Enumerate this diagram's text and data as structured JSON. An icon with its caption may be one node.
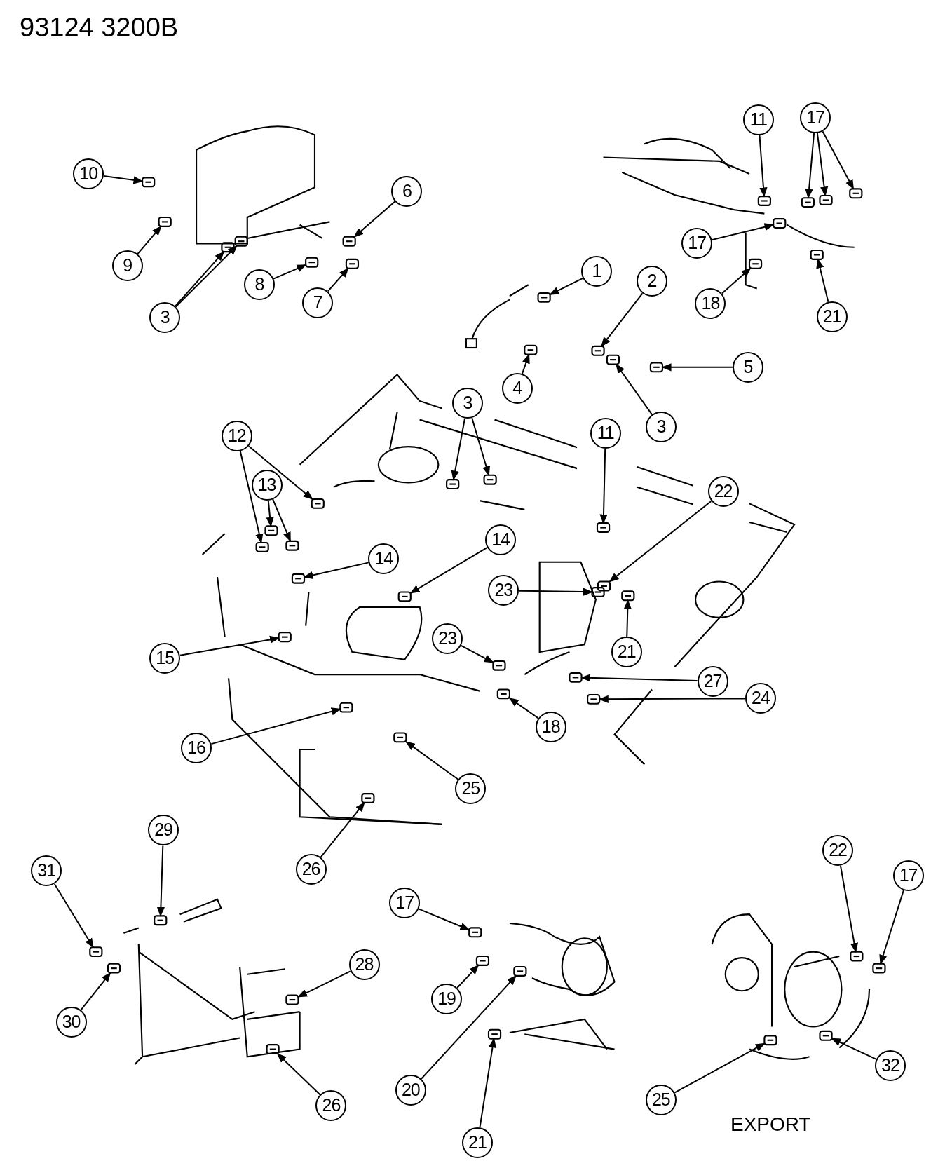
{
  "diagram": {
    "title": "93124 3200B",
    "nodes": [
      {
        "text": [
          "10"
        ]
      },
      {
        "text": [
          "6"
        ]
      },
      {
        "text": [
          "9"
        ]
      },
      {
        "text": [
          "8"
        ]
      },
      {
        "text": [
          "7"
        ]
      },
      {
        "text": [
          "3"
        ]
      },
      {
        "text": [
          "11"
        ]
      },
      {
        "text": [
          "17"
        ]
      },
      {
        "text": [
          "1"
        ]
      },
      {
        "text": [
          "2"
        ]
      },
      {
        "text": [
          "17"
        ]
      },
      {
        "text": [
          "18"
        ]
      },
      {
        "text": [
          "21"
        ]
      },
      {
        "text": [
          "5"
        ]
      },
      {
        "text": [
          "4"
        ]
      },
      {
        "text": [
          "3"
        ]
      },
      {
        "text": [
          "3"
        ]
      },
      {
        "text": [
          "11"
        ]
      },
      {
        "text": [
          "12"
        ]
      },
      {
        "text": [
          "22"
        ]
      },
      {
        "text": [
          "13"
        ]
      },
      {
        "text": [
          "14"
        ]
      },
      {
        "text": [
          "14"
        ]
      },
      {
        "text": [
          "23"
        ]
      },
      {
        "text": [
          "21"
        ]
      },
      {
        "text": [
          "23"
        ]
      },
      {
        "text": [
          "15"
        ]
      },
      {
        "text": [
          "27"
        ]
      },
      {
        "text": [
          "24"
        ]
      },
      {
        "text": [
          "18"
        ]
      },
      {
        "text": [
          "16"
        ]
      },
      {
        "text": [
          "25"
        ]
      },
      {
        "text": [
          "26"
        ]
      },
      {
        "text": [
          "29"
        ]
      },
      {
        "text": [
          "22"
        ]
      },
      {
        "text": [
          "31"
        ]
      },
      {
        "text": [
          "17"
        ]
      },
      {
        "text": [
          "17"
        ]
      },
      {
        "text": [
          "28"
        ]
      },
      {
        "text": [
          "19"
        ]
      },
      {
        "text": [
          "30"
        ]
      },
      {
        "text": [
          "32"
        ]
      },
      {
        "text": [
          "20"
        ]
      },
      {
        "text": [
          "25"
        ]
      },
      {
        "text": [
          "26"
        ]
      },
      {
        "text": [
          "21"
        ]
      },
      {
        "text": [],
        "shape": "picture"
      },
      {
        "text": [],
        "shape": "picture"
      },
      {
        "text": [],
        "shape": "picture"
      },
      {
        "text": [],
        "shape": "picture"
      },
      {
        "text": [],
        "shape": "picture"
      },
      {
        "text": [],
        "shape": "picture"
      },
      {
        "text": [],
        "shape": "picture"
      },
      {
        "text": [],
        "shape": "picture"
      },
      {
        "text": [],
        "shape": "picture"
      },
      {
        "text": [],
        "shape": "picture"
      },
      {
        "text": [],
        "shape": "picture"
      },
      {
        "text": [],
        "shape": "picture"
      },
      {
        "text": [],
        "shape": "picture"
      },
      {
        "text": [],
        "shape": "picture"
      },
      {
        "text": [],
        "shape": "picture"
      },
      {
        "text": [],
        "shape": "picture"
      },
      {
        "text": [],
        "shape": "picture"
      },
      {
        "text": [],
        "shape": "picture"
      },
      {
        "text": [],
        "shape": "picture"
      },
      {
        "text": [],
        "shape": "picture"
      },
      {
        "text": [],
        "shape": "picture"
      },
      {
        "text": [],
        "shape": "picture"
      },
      {
        "text": [],
        "shape": "picture"
      },
      {
        "text": [],
        "shape": "picture"
      },
      {
        "text": [],
        "shape": "picture"
      },
      {
        "text": [],
        "shape": "picture"
      },
      {
        "text": [],
        "shape": "picture"
      },
      {
        "text": [],
        "shape": "picture"
      },
      {
        "text": [],
        "shape": "picture"
      },
      {
        "text": [],
        "shape": "picture"
      },
      {
        "text": [],
        "shape": "picture"
      },
      {
        "text": [],
        "shape": "picture"
      },
      {
        "text": [],
        "shape": "picture"
      },
      {
        "text": [],
        "shape": "picture"
      },
      {
        "text": [],
        "shape": "picture"
      },
      {
        "text": [],
        "shape": "picture"
      },
      {
        "text": [],
        "shape": "picture"
      },
      {
        "text": [],
        "shape": "picture"
      },
      {
        "text": [],
        "shape": "picture"
      },
      {
        "text": [],
        "shape": "picture"
      },
      {
        "text": [],
        "shape": "picture"
      },
      {
        "text": [],
        "shape": "picture"
      },
      {
        "text": [],
        "shape": "picture"
      },
      {
        "text": [],
        "shape": "picture"
      },
      {
        "text": [],
        "shape": "picture"
      },
      {
        "text": [],
        "shape": "picture"
      },
      {
        "text": [],
        "shape": "picture"
      },
      {
        "text": [],
        "shape": "picture"
      },
      {
        "text": [],
        "shape": "picture"
      },
      {
        "text": [],
        "shape": "picture"
      },
      {
        "text": [],
        "shape": "picture"
      },
      {
        "text": [],
        "shape": "picture"
      }
    ],
    "edges": [
      {
        "from": 0,
        "to": 46,
        "arrow": "to"
      },
      {
        "from": 1,
        "to": 47,
        "arrow": "to"
      },
      {
        "from": 2,
        "to": 48,
        "arrow": "to"
      },
      {
        "from": 3,
        "to": 49,
        "arrow": "to"
      },
      {
        "from": 4,
        "to": 50,
        "arrow": "to"
      },
      {
        "from": 5,
        "to": 51,
        "arrow": "to"
      },
      {
        "from": 5,
        "to": 52,
        "arrow": "to"
      },
      {
        "from": 6,
        "to": 53,
        "arrow": "to"
      },
      {
        "from": 7,
        "to": 54,
        "arrow": "to"
      },
      {
        "from": 7,
        "to": 55,
        "arrow": "to"
      },
      {
        "from": 7,
        "to": 56,
        "arrow": "to"
      },
      {
        "from": 8,
        "to": 57,
        "arrow": "to"
      },
      {
        "from": 9,
        "to": 58,
        "arrow": "to"
      },
      {
        "from": 10,
        "to": 59,
        "arrow": "to"
      },
      {
        "from": 11,
        "to": 60,
        "arrow": "to"
      },
      {
        "from": 12,
        "to": 61,
        "arrow": "to"
      },
      {
        "from": 13,
        "to": 62,
        "arrow": "to"
      },
      {
        "from": 14,
        "to": 63,
        "arrow": "to"
      },
      {
        "from": 15,
        "to": 64,
        "arrow": "to"
      },
      {
        "from": 16,
        "to": 65,
        "arrow": "to"
      },
      {
        "from": 16,
        "to": 66,
        "arrow": "to"
      },
      {
        "from": 17,
        "to": 67,
        "arrow": "to"
      },
      {
        "from": 18,
        "to": 68,
        "arrow": "to"
      },
      {
        "from": 18,
        "to": 69,
        "arrow": "to"
      },
      {
        "from": 19,
        "to": 70,
        "arrow": "to"
      },
      {
        "from": 20,
        "to": 71,
        "arrow": "to"
      },
      {
        "from": 20,
        "to": 72,
        "arrow": "to"
      },
      {
        "from": 21,
        "to": 73,
        "arrow": "to"
      },
      {
        "from": 22,
        "to": 74,
        "arrow": "to"
      },
      {
        "from": 23,
        "to": 75,
        "arrow": "to"
      },
      {
        "from": 24,
        "to": 76,
        "arrow": "to"
      },
      {
        "from": 25,
        "to": 77,
        "arrow": "to"
      },
      {
        "from": 26,
        "to": 78,
        "arrow": "to"
      },
      {
        "from": 27,
        "to": 79,
        "arrow": "to"
      },
      {
        "from": 28,
        "to": 80,
        "arrow": "to"
      },
      {
        "from": 29,
        "to": 81,
        "arrow": "to"
      },
      {
        "from": 30,
        "to": 82,
        "arrow": "to"
      },
      {
        "from": 31,
        "to": 83,
        "arrow": "to"
      },
      {
        "from": 32,
        "to": 84,
        "arrow": "to"
      },
      {
        "from": 33,
        "to": 85,
        "arrow": "to"
      },
      {
        "from": 34,
        "to": 86,
        "arrow": "to"
      },
      {
        "from": 35,
        "to": 87,
        "arrow": "to"
      },
      {
        "from": 36,
        "to": 88,
        "arrow": "to"
      },
      {
        "from": 37,
        "to": 89,
        "arrow": "to"
      },
      {
        "from": 38,
        "to": 90,
        "arrow": "to"
      },
      {
        "from": 39,
        "to": 91,
        "arrow": "to"
      },
      {
        "from": 40,
        "to": 92,
        "arrow": "to"
      },
      {
        "from": 41,
        "to": 93,
        "arrow": "to"
      },
      {
        "from": 42,
        "to": 94,
        "arrow": "to"
      },
      {
        "from": 43,
        "to": 95,
        "arrow": "to"
      },
      {
        "from": 44,
        "to": 96,
        "arrow": "to"
      },
      {
        "from": 45,
        "to": 97,
        "arrow": "to"
      }
    ],
    "labels": [
      "EXPORT"
    ]
  }
}
